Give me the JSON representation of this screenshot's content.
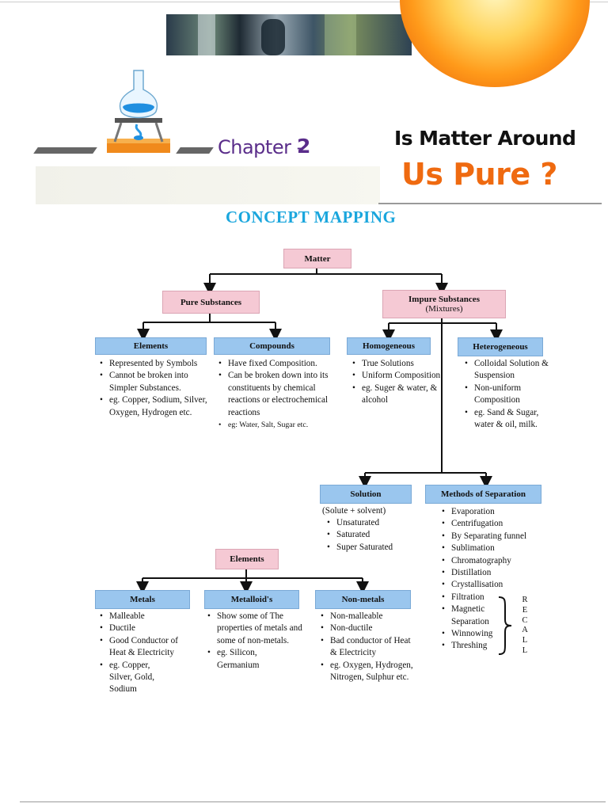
{
  "header": {
    "chapter_word": "Chapter -",
    "chapter_number": "2",
    "title_line1": "Is Matter Around",
    "title_line2": "Us Pure ?",
    "section_title": "CONCEPT MAPPING",
    "colors": {
      "chapter": "#5a2d8a",
      "title_accent": "#ef6a10",
      "section": "#1aa6dd",
      "box_blue": "#9ac6ee",
      "box_pink": "#f5c9d4"
    }
  },
  "map": {
    "root": "Matter",
    "pure": "Pure Substances",
    "impure": "Impure Substances",
    "impure_sub": "(Mixtures)",
    "elements": {
      "label": "Elements",
      "items": [
        "Represented by Symbols",
        "Cannot be broken into Simpler Substances.",
        "eg. Copper, Sodium, Silver, Oxygen, Hydrogen etc."
      ]
    },
    "compounds": {
      "label": "Compounds",
      "items": [
        "Have fixed Composition.",
        "Can be broken down into its constituents by chemical reactions or electrochemical reactions",
        "eg: Water, Salt, Sugar etc."
      ]
    },
    "homogeneous": {
      "label": "Homogeneous",
      "items": [
        "True Solutions",
        "Uniform Composition",
        "eg. Suger & water, & alcohol"
      ]
    },
    "heterogeneous": {
      "label": "Heterogeneous",
      "items": [
        "Colloidal Solution & Suspension",
        "Non-uniform Composition",
        "eg. Sand & Sugar, water & oil, milk."
      ]
    },
    "solution": {
      "label": "Solution",
      "note": "(Solute + solvent)",
      "items": [
        "Unsaturated",
        "Saturated",
        "Super Saturated"
      ]
    },
    "separation": {
      "label": "Methods of Separation",
      "items": [
        "Evaporation",
        "Centrifugation",
        "By Separating funnel",
        "Sublimation",
        "Chromatography",
        "Distillation",
        "Crystallisation",
        "Filtration",
        "Magnetic Separation",
        "Winnowing",
        "Threshing"
      ],
      "recall": [
        "R",
        "E",
        "C",
        "A",
        "L",
        "L"
      ]
    },
    "elements2": "Elements",
    "metals": {
      "label": "Metals",
      "items": [
        "Malleable",
        "Ductile",
        "Good Conductor of Heat & Electricity",
        "eg. Copper, Silver, Gold, Sodium"
      ]
    },
    "metalloids": {
      "label": "Metalloid's",
      "items": [
        "Show some of The properties of metals and some of non-metals.",
        "eg. Silicon, Germanium"
      ]
    },
    "nonmetals": {
      "label": "Non-metals",
      "items": [
        "Non-malleable",
        "Non-ductile",
        "Bad conductor of Heat & Electricity",
        "eg. Oxygen, Hydrogen, Nitrogen, Sulphur etc."
      ]
    }
  }
}
